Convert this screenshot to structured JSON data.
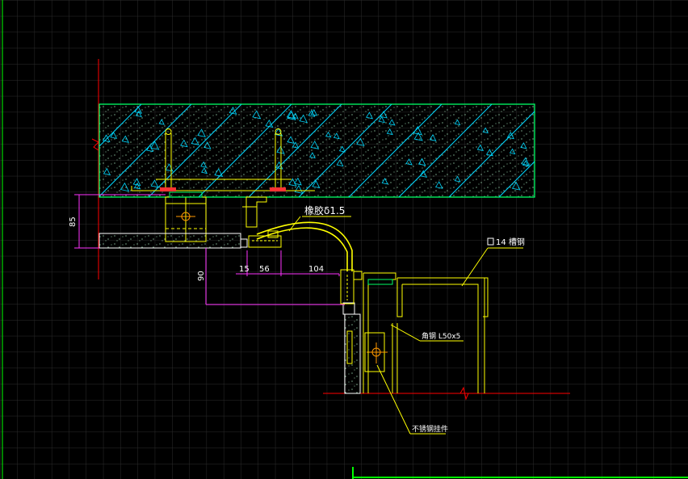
{
  "labels": {
    "rubber": "橡胶δ1.5",
    "channel_steel": "14 槽钢",
    "angle_steel": "角钢 L50x5",
    "stainless_hanger": "不锈钢挂件"
  },
  "dimensions": {
    "d85": "85",
    "d90": "90",
    "d15": "15",
    "d56": "56",
    "d104": "104"
  },
  "colors": {
    "background": "#000000",
    "grid": "#333333",
    "concrete": "#00ff66",
    "hatch": "#00d8ff",
    "steel": "#ffff00",
    "anchor": "#ff3333",
    "dimension": "#ff33ff",
    "axis": "#ff0000",
    "frame": "#00ff00"
  }
}
